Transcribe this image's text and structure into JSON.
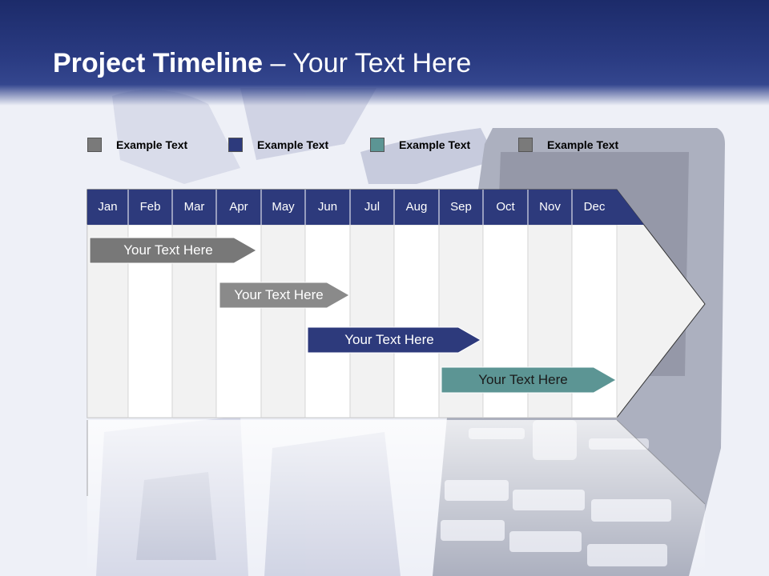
{
  "header": {
    "title_bold": "Project Timeline",
    "title_rest": " – Your Text Here"
  },
  "legend": [
    {
      "label": "Example Text",
      "color": "#7a7a7a"
    },
    {
      "label": "Example Text",
      "color": "#2d3a7c"
    },
    {
      "label": "Example Text",
      "color": "#5c9594"
    },
    {
      "label": "Example Text",
      "color": "#7a7a7a"
    }
  ],
  "months": [
    "Jan",
    "Feb",
    "Mar",
    "Apr",
    "May",
    "Jun",
    "Jul",
    "Aug",
    "Sep",
    "Oct",
    "Nov",
    "Dec"
  ],
  "tasks": [
    {
      "label": "Your  Text Here",
      "color": "#787878"
    },
    {
      "label": "Your  Text Here",
      "color": "#8a8a8a"
    },
    {
      "label": "Your  Text Here",
      "color": "#2d3a7c"
    },
    {
      "label": "Your  Text Here",
      "color": "#5c9594"
    }
  ],
  "colors": {
    "month_header": "#2d3a7c",
    "column_light": "#f2f2f2",
    "column_white": "#ffffff"
  }
}
